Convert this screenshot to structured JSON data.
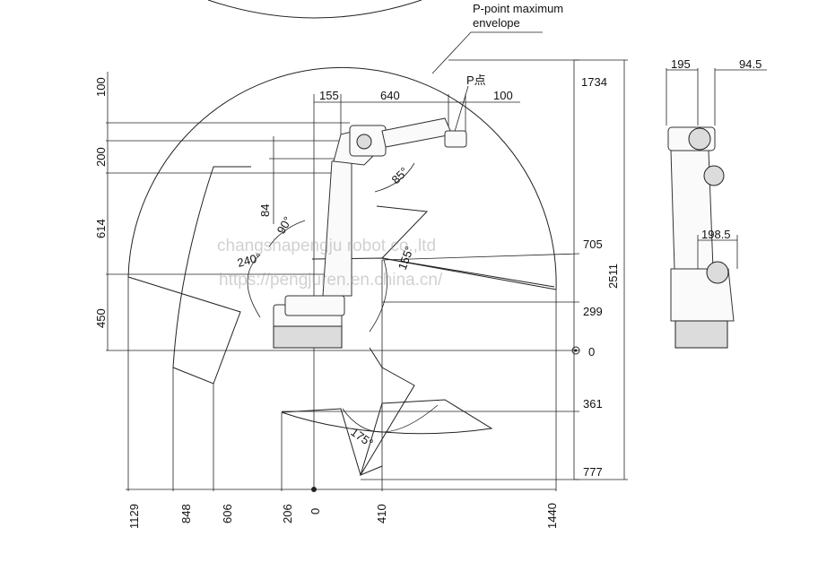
{
  "callout": {
    "line1": "P-point maximum",
    "line2": "envelope"
  },
  "p_point_label": "P点",
  "top_dims": {
    "d155": "155",
    "d640": "640",
    "d100": "100"
  },
  "left_dims": {
    "d100": "100",
    "d200": "200",
    "d84": "84",
    "d614": "614",
    "d450": "450"
  },
  "right_dims": {
    "d1734": "1734",
    "d705": "705",
    "d299": "299",
    "d0": "0",
    "d361": "361",
    "d777": "777",
    "d2511": "2511"
  },
  "bottom_dims": {
    "d1129": "1129",
    "d848": "848",
    "d606": "606",
    "d206": "206",
    "d0": "0",
    "d410": "410",
    "d1440": "1440"
  },
  "side_dims": {
    "d195": "195",
    "d94_5": "94.5",
    "d198_5": "198.5"
  },
  "angles": {
    "a85": "85°",
    "a90": "90°",
    "a240": "240°",
    "a155": "155°",
    "a175": "175°"
  },
  "watermark": {
    "line1": "changshapengju robot co.,ltd",
    "line2": "https://pengjuren.en.china.cn/"
  }
}
